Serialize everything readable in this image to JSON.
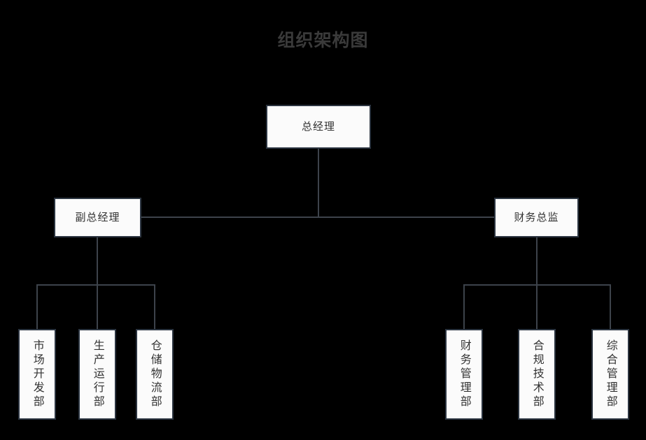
{
  "title": "组织架构图",
  "colors": {
    "background": "#000000",
    "node_fill": "#fbfbfb",
    "node_border": "#2b3440",
    "node_text": "#333333",
    "title_text": "#3a3a3a",
    "connector": "#3d434b"
  },
  "nodes": {
    "root": {
      "label": "总经理"
    },
    "level2": [
      {
        "label": "副总经理"
      },
      {
        "label": "财务总监"
      }
    ],
    "left_children": [
      {
        "label": "市场开发部"
      },
      {
        "label": "生产运行部"
      },
      {
        "label": "仓储物流部"
      }
    ],
    "right_children": [
      {
        "label": "财务管理部"
      },
      {
        "label": "合规技术部"
      },
      {
        "label": "综合管理部"
      }
    ]
  }
}
